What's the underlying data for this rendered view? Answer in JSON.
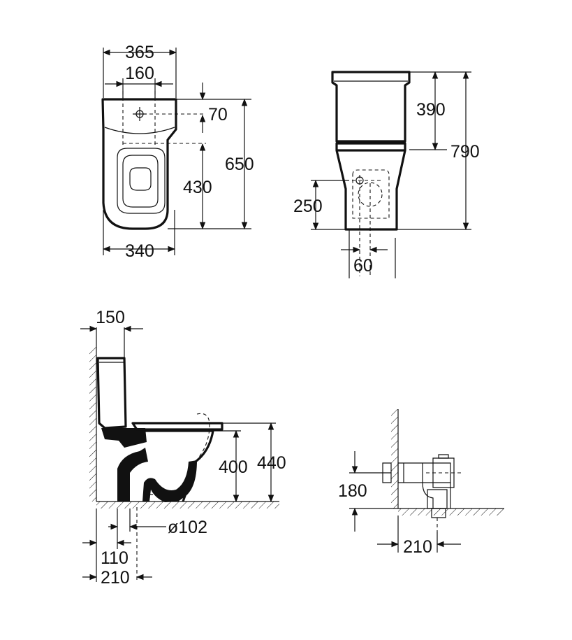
{
  "top_view": {
    "outer_width": "365",
    "hole_spacing": "160",
    "hole_offset": "70",
    "depth": "650",
    "hole_to_front": "430",
    "base_width": "340"
  },
  "front_view": {
    "tank_height": "390",
    "total_height": "790",
    "outlet_height": "250",
    "outlet_offset": "60"
  },
  "side_view": {
    "tank_depth": "150",
    "seat_height": "400",
    "rim_height": "440",
    "outlet_diameter": "ø102",
    "floor_fix_offset": "110",
    "outlet_offset": "210"
  },
  "wall_outlet_view": {
    "outlet_height": "180",
    "wall_offset": "210"
  }
}
